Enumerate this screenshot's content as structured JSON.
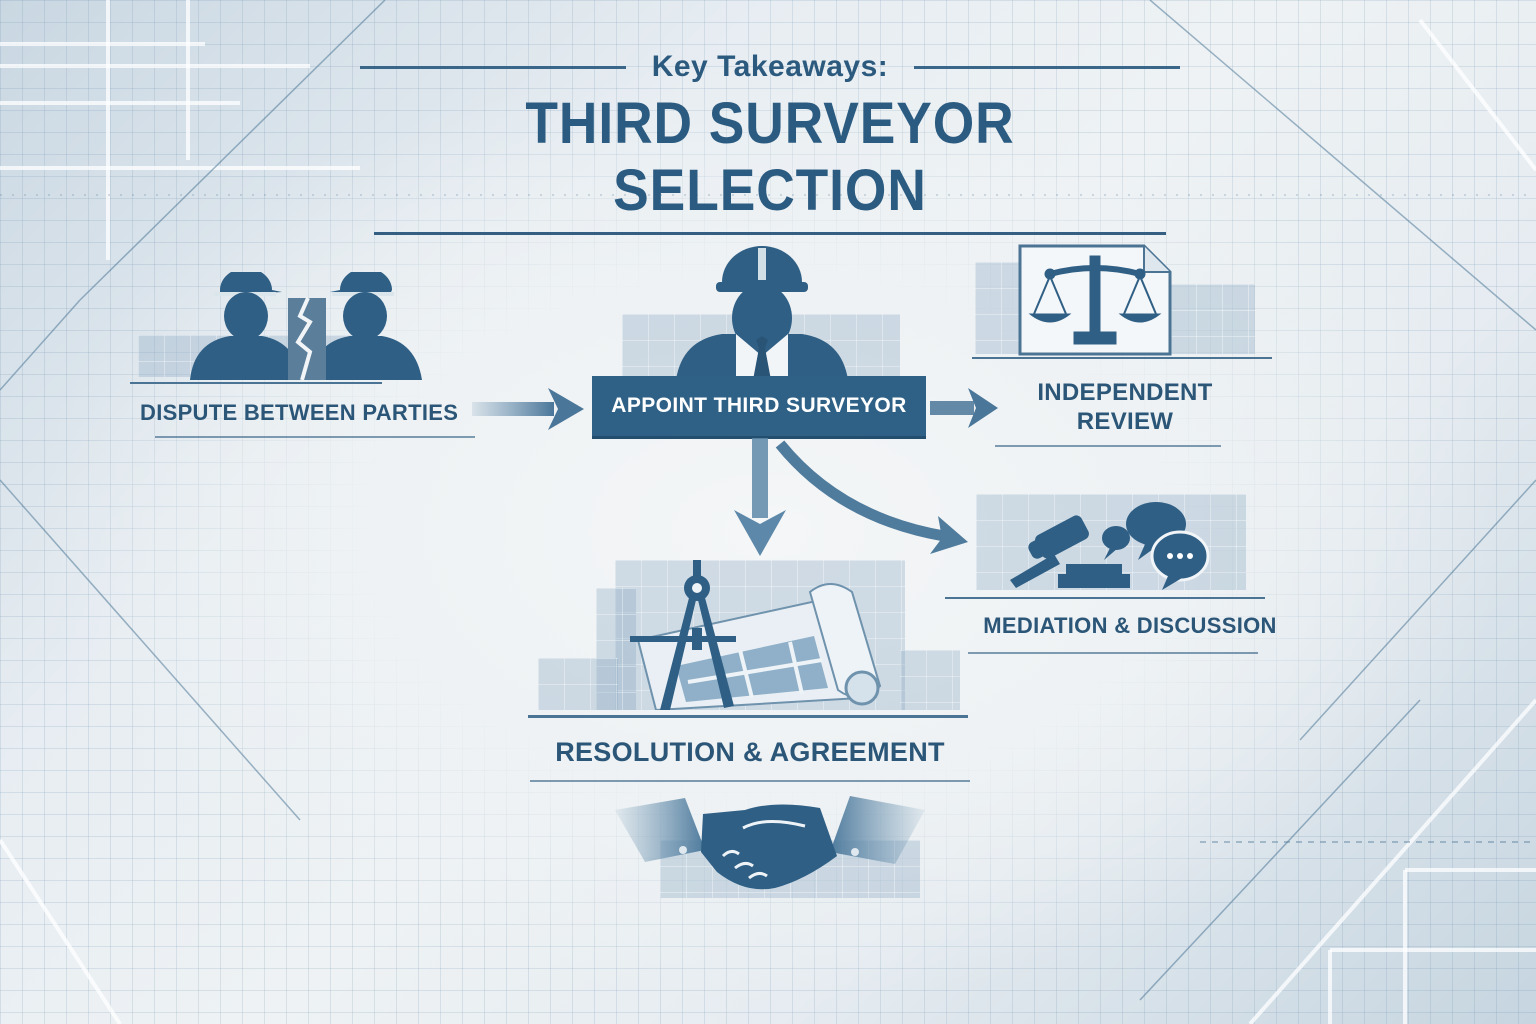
{
  "header": {
    "kicker": "Key Takeaways:",
    "title": "THIRD SURVEYOR SELECTION"
  },
  "steps": [
    {
      "id": "dispute",
      "label": "DISPUTE BETWEEN PARTIES",
      "icon": "two-workers-broken-wall-icon"
    },
    {
      "id": "appoint",
      "label": "APPOINT THIRD SURVEYOR",
      "icon": "surveyor-hardhat-icon"
    },
    {
      "id": "review",
      "label_line1": "INDEPENDENT",
      "label_line2": "REVIEW",
      "icon": "scales-of-justice-icon"
    },
    {
      "id": "mediation",
      "label": "MEDIATION & DISCUSSION",
      "icon": "gavel-speech-bubbles-icon"
    },
    {
      "id": "resolution",
      "label": "RESOLUTION & AGREEMENT",
      "icon": "compass-blueprint-icon"
    }
  ],
  "closing_icon": "handshake-icon",
  "flow": [
    {
      "from": "dispute",
      "to": "appoint",
      "type": "straight-arrow"
    },
    {
      "from": "appoint",
      "to": "review",
      "type": "straight-arrow"
    },
    {
      "from": "appoint",
      "to": "resolution",
      "type": "down-arrow"
    },
    {
      "from": "appoint",
      "to": "mediation",
      "type": "curved-arrow"
    }
  ],
  "colors": {
    "primary": "#2f6187",
    "text": "#2b5678",
    "background": "#eef2f5",
    "grid": "#5a82a5"
  }
}
